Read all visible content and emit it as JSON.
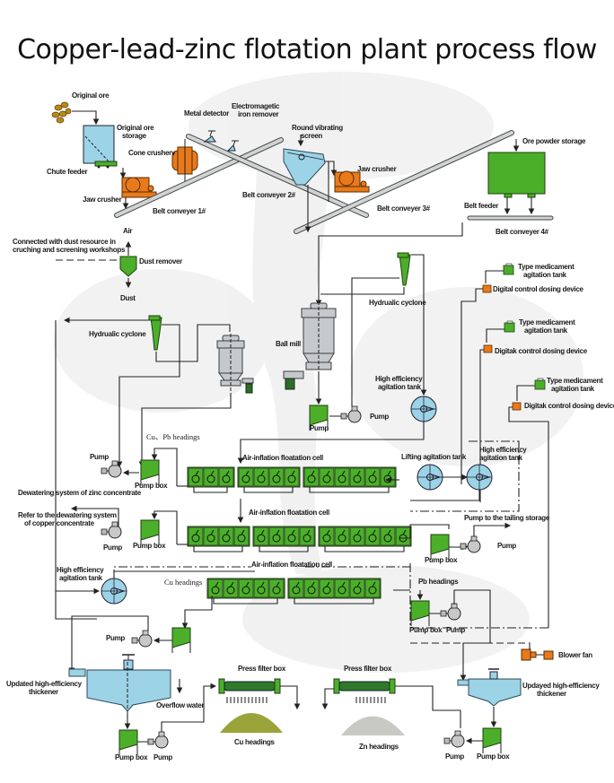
{
  "title": "Copper-lead-zinc flotation plant process flow",
  "colors": {
    "equipment_green": "#4caf2a",
    "tank_blue": "#9cd3e6",
    "crusher_orange": "#e87a1c",
    "mill_grey": "#c5c9cb",
    "cu_headings": "#9aa43a",
    "zn_headings": "#c9c9c4"
  },
  "crushing": {
    "original_ore": "Original ore",
    "ore_storage": [
      "Original ore",
      "storage"
    ],
    "chute_feeder": "Chute feeder",
    "jaw_crusher_1": "Jaw crusher",
    "cone_crusher": "Cone crusherv",
    "metal_detector": "Metal detector",
    "iron_remover": [
      "Electromagetic",
      "iron remover"
    ],
    "vibrating_screen": [
      "Round vibrating",
      "screen"
    ],
    "jaw_crusher_2": "Jaw crusher",
    "belt_1": "Belt conveyer 1#",
    "belt_2": "Belt conveyer 2#",
    "belt_3": "Belt conveyer 3#",
    "belt_4": "Belt conveyer 4#",
    "ore_powder_storage": "Ore powder storage",
    "belt_feeder": "Belt feeder"
  },
  "dust": {
    "air": "Air",
    "source": [
      "Connected with dust resource in",
      "cruching and screening workshops"
    ],
    "remover": "Dust remover",
    "dust": "Dust"
  },
  "grinding": {
    "cyclone_left": "Hydrualic cyclone",
    "cyclone_right": "Hydrualic cyclone",
    "ball_mill": "Ball mill",
    "pump": "Pump"
  },
  "reagents": [
    {
      "tank": [
        "Type medicament",
        "agitation tank"
      ],
      "doser": "Digital control dosing device"
    },
    {
      "tank": [
        "Type medicament",
        "agitation tank"
      ],
      "doser": "Digitak control dosing device"
    },
    {
      "tank": [
        "Type medicament",
        "agitation tank"
      ],
      "doser": "Digitak control dosing device"
    }
  ],
  "flotation": {
    "agitation_top": [
      "High efficiency",
      "agitation tank"
    ],
    "cu_pb_headings": "Cu、Pb headings",
    "pump_row1": "Pump",
    "pumpbox_row1": "Pump box",
    "zinc_dewatering": "Dewatering system of zinc concentrate",
    "cell_label_1": "Air-inflation floatation cell",
    "lifting_tank": "Lifting agitation tank",
    "agitation_right": [
      "High efficiency",
      "agitation tank"
    ],
    "copper_dewatering": [
      "Refer to the dewatering system",
      "of copper concentrate"
    ],
    "pump_row2": "Pump",
    "pumpbox_row2": "Pump box",
    "cell_label_2": "Air-inflation floatation cell",
    "tailing": "Pump to the tailing storage",
    "pump_tailing": "Pump",
    "pumpbox_tailing": "Pump box",
    "agitation_left": [
      "High efficiency",
      "agitation tank"
    ],
    "cell_label_3": "Air-inflation floatation cell",
    "cu_headings": "Cu headings",
    "pb_headings": "Pb headings",
    "pumpbox_pb": "Pump box",
    "pump_pb": "Pump"
  },
  "dewatering": {
    "pump_cu": "Pump",
    "thickener_left": [
      "Updated high-efficiency",
      "thickener"
    ],
    "overflow": "Overflow water",
    "press_filter_left": "Press filter box",
    "cu_pile": "Cu headings",
    "pumpbox_left": "Pump box",
    "pump_left": "Pump",
    "press_filter_right": "Press filter box",
    "zn_pile": "Zn headings",
    "blower": "Blower fan",
    "thickener_right": [
      "Updayed high-efficiency",
      "thickener"
    ],
    "pump_right": "Pump",
    "pumpbox_right": "Pump box"
  }
}
